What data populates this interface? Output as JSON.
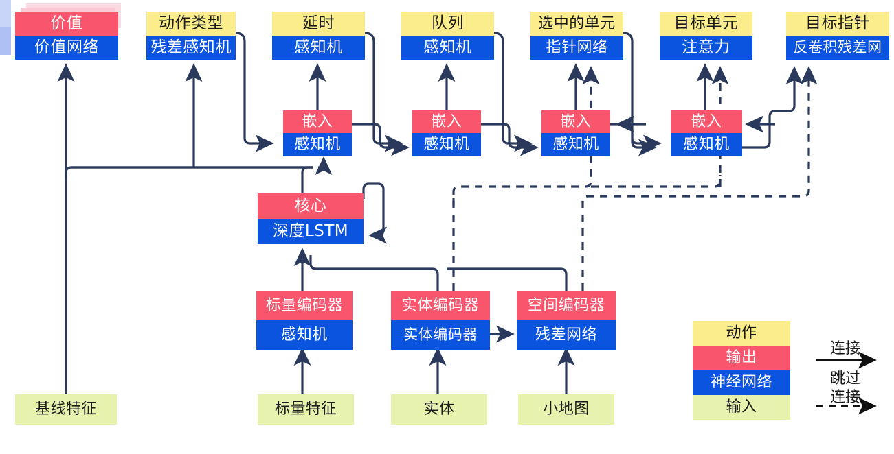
{
  "diagram": {
    "title": "Neural network architecture diagram",
    "colors": {
      "action": "#FBEC8C",
      "output": "#F9566E",
      "network": "#0B54E0",
      "input": "#E6F2AE",
      "wire": "#2B3A5C",
      "shadow_pink": "#FBC9D6",
      "shadow_blue": "#AFC0F5"
    }
  },
  "nodes": {
    "value": {
      "top": "价值",
      "bottom": "价值网络"
    },
    "action_type": {
      "top": "动作类型",
      "bottom": "残差感知机"
    },
    "delay": {
      "top": "延时",
      "bottom": "感知机"
    },
    "queue": {
      "top": "队列",
      "bottom": "感知机"
    },
    "selected_units": {
      "top": "选中的单元",
      "bottom": "指针网络"
    },
    "target_unit": {
      "top": "目标单元",
      "bottom": "注意力"
    },
    "target_point": {
      "top": "目标指针",
      "bottom": "反卷积残差网"
    },
    "embed1": {
      "top": "嵌入",
      "bottom": "感知机"
    },
    "embed2": {
      "top": "嵌入",
      "bottom": "感知机"
    },
    "embed3": {
      "top": "嵌入",
      "bottom": "感知机"
    },
    "embed4": {
      "top": "嵌入",
      "bottom": "感知机"
    },
    "core": {
      "top": "核心",
      "bottom": "深度LSTM"
    },
    "scalar_encoder": {
      "top": "标量编码器",
      "bottom": "感知机"
    },
    "entity_encoder": {
      "top": "实体编码器",
      "bottom": "实体编码器"
    },
    "spatial_encoder": {
      "top": "空间编码器",
      "bottom": "残差网络"
    }
  },
  "inputs": {
    "baseline_features": "基线特征",
    "scalar_features": "标量特征",
    "entities": "实体",
    "minimap": "小地图"
  },
  "legend": {
    "swatches": [
      {
        "label": "动作",
        "kind": "action"
      },
      {
        "label": "输出",
        "kind": "output"
      },
      {
        "label": "神经网络",
        "kind": "network"
      },
      {
        "label": "输入",
        "kind": "input"
      }
    ],
    "connection_label": "连接",
    "skip_label_line1": "跳过",
    "skip_label_line2": "连接"
  }
}
